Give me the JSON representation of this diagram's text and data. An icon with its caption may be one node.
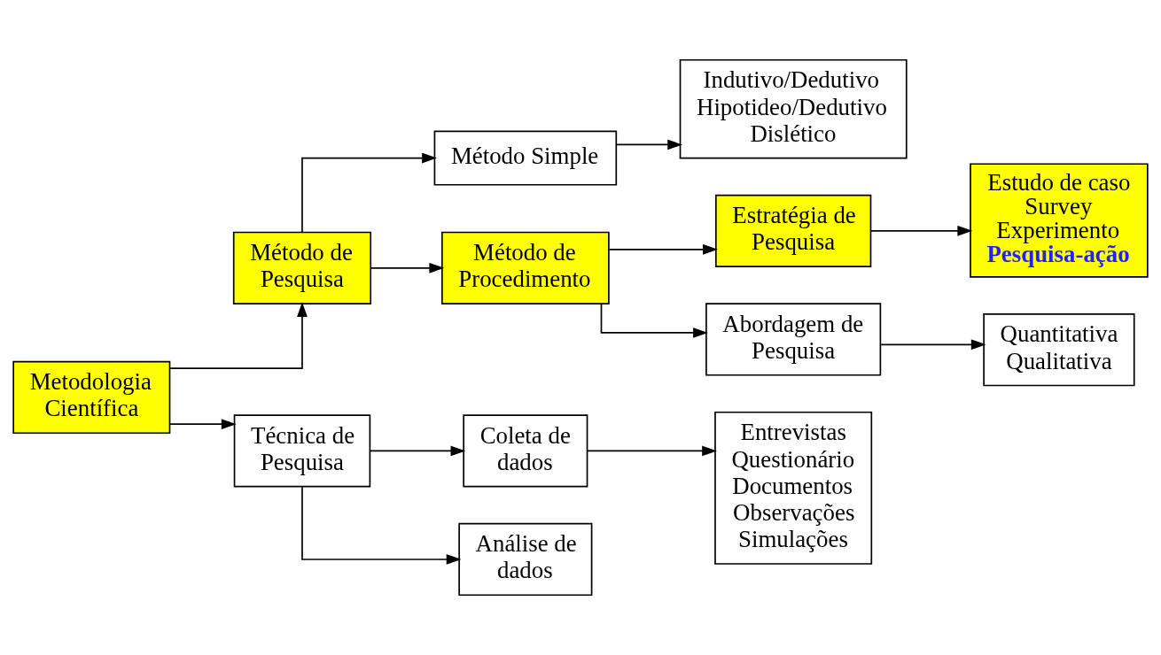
{
  "diagram": {
    "nodes": [
      {
        "text": [
          "Metodologia Científica"
        ]
      },
      {
        "text": [
          "Método de Pesquisa"
        ]
      },
      {
        "text": [
          "Técnica de Pesquisa"
        ]
      },
      {
        "text": [
          "Método Simple"
        ]
      },
      {
        "text": [
          "Método de Procedimento"
        ]
      },
      {
        "text": [
          "Indutivo/Dedutivo",
          "Hipotideo/Dedutivo",
          "Dislético"
        ]
      },
      {
        "text": [
          "Estratégia de Pesquisa"
        ]
      },
      {
        "text": [
          "Abordagem de Pesquisa"
        ]
      },
      {
        "text": [
          "Estudo de caso",
          "Survey",
          "Experimento",
          "Pesquisa-ação"
        ]
      },
      {
        "text": [
          "Quantitativa",
          "Qualitativa"
        ]
      },
      {
        "text": [
          "Coleta de dados"
        ]
      },
      {
        "text": [
          "Análise de dados"
        ]
      },
      {
        "text": [
          "Entrevistas",
          "Questionário",
          "Documentos",
          "Observações",
          "Simulações"
        ]
      }
    ],
    "edges": [
      {
        "from": 0,
        "to": 1,
        "arrow": "to"
      },
      {
        "from": 0,
        "to": 2,
        "arrow": "to"
      },
      {
        "from": 1,
        "to": 3,
        "arrow": "to"
      },
      {
        "from": 1,
        "to": 4,
        "arrow": "to"
      },
      {
        "from": 3,
        "to": 5,
        "arrow": "to"
      },
      {
        "from": 4,
        "to": 6,
        "arrow": "to"
      },
      {
        "from": 4,
        "to": 7,
        "arrow": "to"
      },
      {
        "from": 6,
        "to": 8,
        "arrow": "to"
      },
      {
        "from": 7,
        "to": 9,
        "arrow": "to"
      },
      {
        "from": 2,
        "to": 10,
        "arrow": "to"
      },
      {
        "from": 2,
        "to": 11,
        "arrow": "to"
      },
      {
        "from": 10,
        "to": 12,
        "arrow": "to"
      }
    ]
  }
}
